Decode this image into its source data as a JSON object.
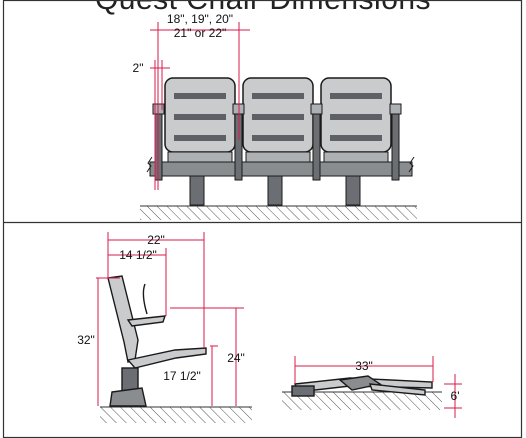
{
  "page": {
    "title": "Quest Chair Dimensions"
  },
  "front_view": {
    "width_label_line1": "18\", 19\", 20\"",
    "width_label_line2": "21\" or 22\"",
    "arm_width_label": "2\""
  },
  "side_view": {
    "depth_label": "22\"",
    "seat_depth_label": "14 1/2\"",
    "overall_height_label": "32\"",
    "arm_height_label": "24\"",
    "seat_height_label": "17 1/2\""
  },
  "folded_view": {
    "length_label": "33\"",
    "folded_height_label": "6'"
  },
  "colors": {
    "dimension_line": "#d81b4e",
    "frame": "#1a1a1a",
    "seat_fill": "#c9cbcd",
    "slot_fill": "#5d6064",
    "beam_fill": "#8a8d90",
    "floor_hatch": "#555555"
  }
}
